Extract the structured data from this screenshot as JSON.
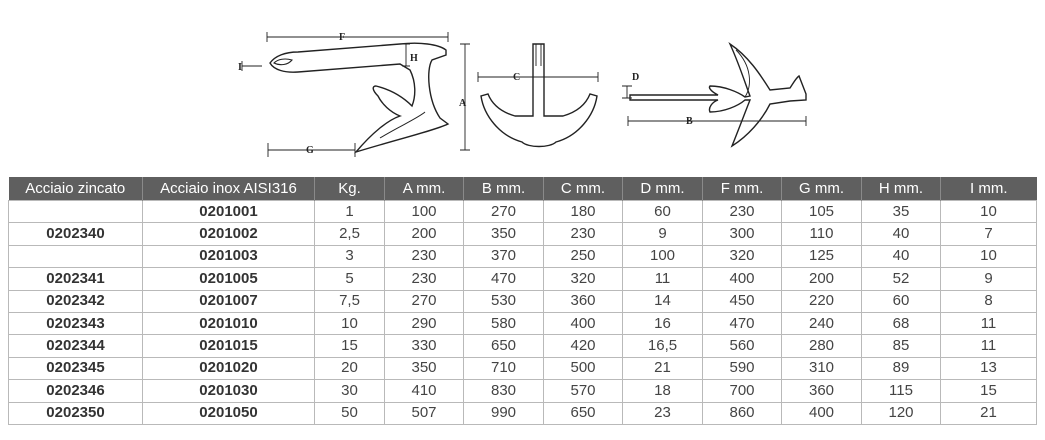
{
  "drawing_labels": {
    "side": [
      "F",
      "H",
      "A",
      "G",
      "I"
    ],
    "front": [
      "C"
    ],
    "top": [
      "D",
      "B"
    ]
  },
  "table": {
    "headers": [
      "Acciaio zincato",
      "Acciaio inox AISI316",
      "Kg.",
      "A mm.",
      "B mm.",
      "C mm.",
      "D mm.",
      "F mm.",
      "G mm.",
      "H mm.",
      "I mm."
    ],
    "rows": [
      [
        "",
        "0201001",
        "1",
        "100",
        "270",
        "180",
        "60",
        "230",
        "105",
        "35",
        "10"
      ],
      [
        "0202340",
        "0201002",
        "2,5",
        "200",
        "350",
        "230",
        "9",
        "300",
        "110",
        "40",
        "7"
      ],
      [
        "",
        "0201003",
        "3",
        "230",
        "370",
        "250",
        "100",
        "320",
        "125",
        "40",
        "10"
      ],
      [
        "0202341",
        "0201005",
        "5",
        "230",
        "470",
        "320",
        "11",
        "400",
        "200",
        "52",
        "9"
      ],
      [
        "0202342",
        "0201007",
        "7,5",
        "270",
        "530",
        "360",
        "14",
        "450",
        "220",
        "60",
        "8"
      ],
      [
        "0202343",
        "0201010",
        "10",
        "290",
        "580",
        "400",
        "16",
        "470",
        "240",
        "68",
        "11"
      ],
      [
        "0202344",
        "0201015",
        "15",
        "330",
        "650",
        "420",
        "16,5",
        "560",
        "280",
        "85",
        "11"
      ],
      [
        "0202345",
        "0201020",
        "20",
        "350",
        "710",
        "500",
        "21",
        "590",
        "310",
        "89",
        "13"
      ],
      [
        "0202346",
        "0201030",
        "30",
        "410",
        "830",
        "570",
        "18",
        "700",
        "360",
        "115",
        "15"
      ],
      [
        "0202350",
        "0201050",
        "50",
        "507",
        "990",
        "650",
        "23",
        "860",
        "400",
        "120",
        "21"
      ]
    ]
  }
}
